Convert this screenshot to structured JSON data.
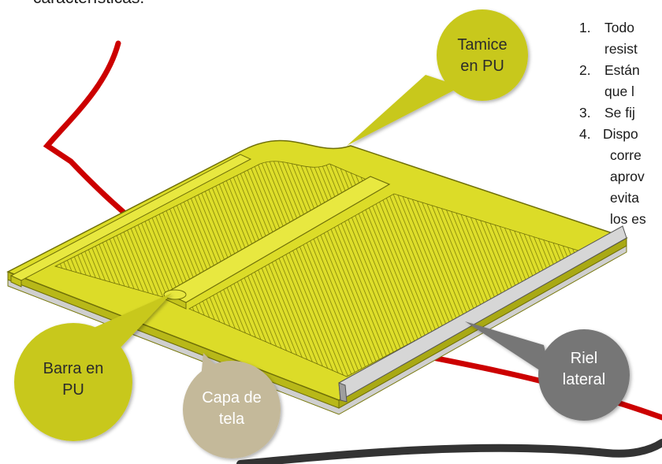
{
  "header": {
    "caption": "características."
  },
  "list": {
    "items": [
      {
        "number": "1.",
        "lines": [
          "Todo",
          "resist"
        ]
      },
      {
        "number": "2.",
        "lines": [
          "Están",
          "que l"
        ]
      },
      {
        "number": "3.",
        "lines": [
          "Se fij"
        ]
      },
      {
        "number": "4.",
        "lines": [
          "Dispo",
          "corre",
          "aprov",
          "evita",
          "los es"
        ]
      }
    ]
  },
  "callouts": {
    "tamice": {
      "line1": "Tamice",
      "line2": "en PU",
      "color": "#c8c81e",
      "text_color": "#2b2b2b"
    },
    "barra": {
      "line1": "Barra en",
      "line2": "PU",
      "color": "#c8c81e",
      "text_color": "#2b2b2b"
    },
    "capa": {
      "line1": "Capa de",
      "line2": "tela",
      "color": "#c4b99a",
      "text_color": "#ffffff"
    },
    "riel": {
      "line1": "Riel",
      "line2": "lateral",
      "color": "#767676",
      "text_color": "#ffffff"
    }
  },
  "colors": {
    "red_curve": "#cc0000",
    "dark_curve": "#333333",
    "screen_yellow": "#dcdc28",
    "rail_gray": "#bdbdbd"
  }
}
